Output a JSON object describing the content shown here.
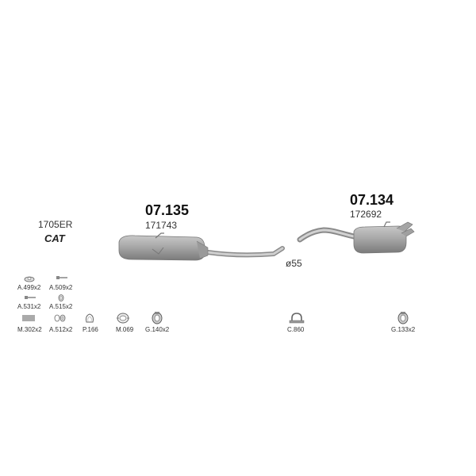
{
  "catalyst": {
    "code": "1705ER",
    "label": "CAT"
  },
  "parts": [
    {
      "code": "07.135",
      "oem": "171743"
    },
    {
      "code": "07.134",
      "oem": "172692"
    }
  ],
  "pipe_diameter": "ø55",
  "accessories": [
    {
      "label": "A.499x2",
      "icon": "rubber-hanger-icon"
    },
    {
      "label": "A.509x2",
      "icon": "bolt-icon"
    },
    {
      "label": "A.531x2",
      "icon": "bolt-icon"
    },
    {
      "label": "A.515x2",
      "icon": "nut-icon"
    },
    {
      "label": "M.302x2",
      "icon": "spring-icon"
    },
    {
      "label": "A.512x2",
      "icon": "washer-icon"
    },
    {
      "label": "P.166",
      "icon": "gasket-ring-icon"
    },
    {
      "label": "M.069",
      "icon": "mounting-rubber-icon"
    },
    {
      "label": "G.140x2",
      "icon": "clamp-icon"
    },
    {
      "label": "C.860",
      "icon": "u-clamp-icon"
    },
    {
      "label": "G.133x2",
      "icon": "clamp-icon"
    }
  ]
}
